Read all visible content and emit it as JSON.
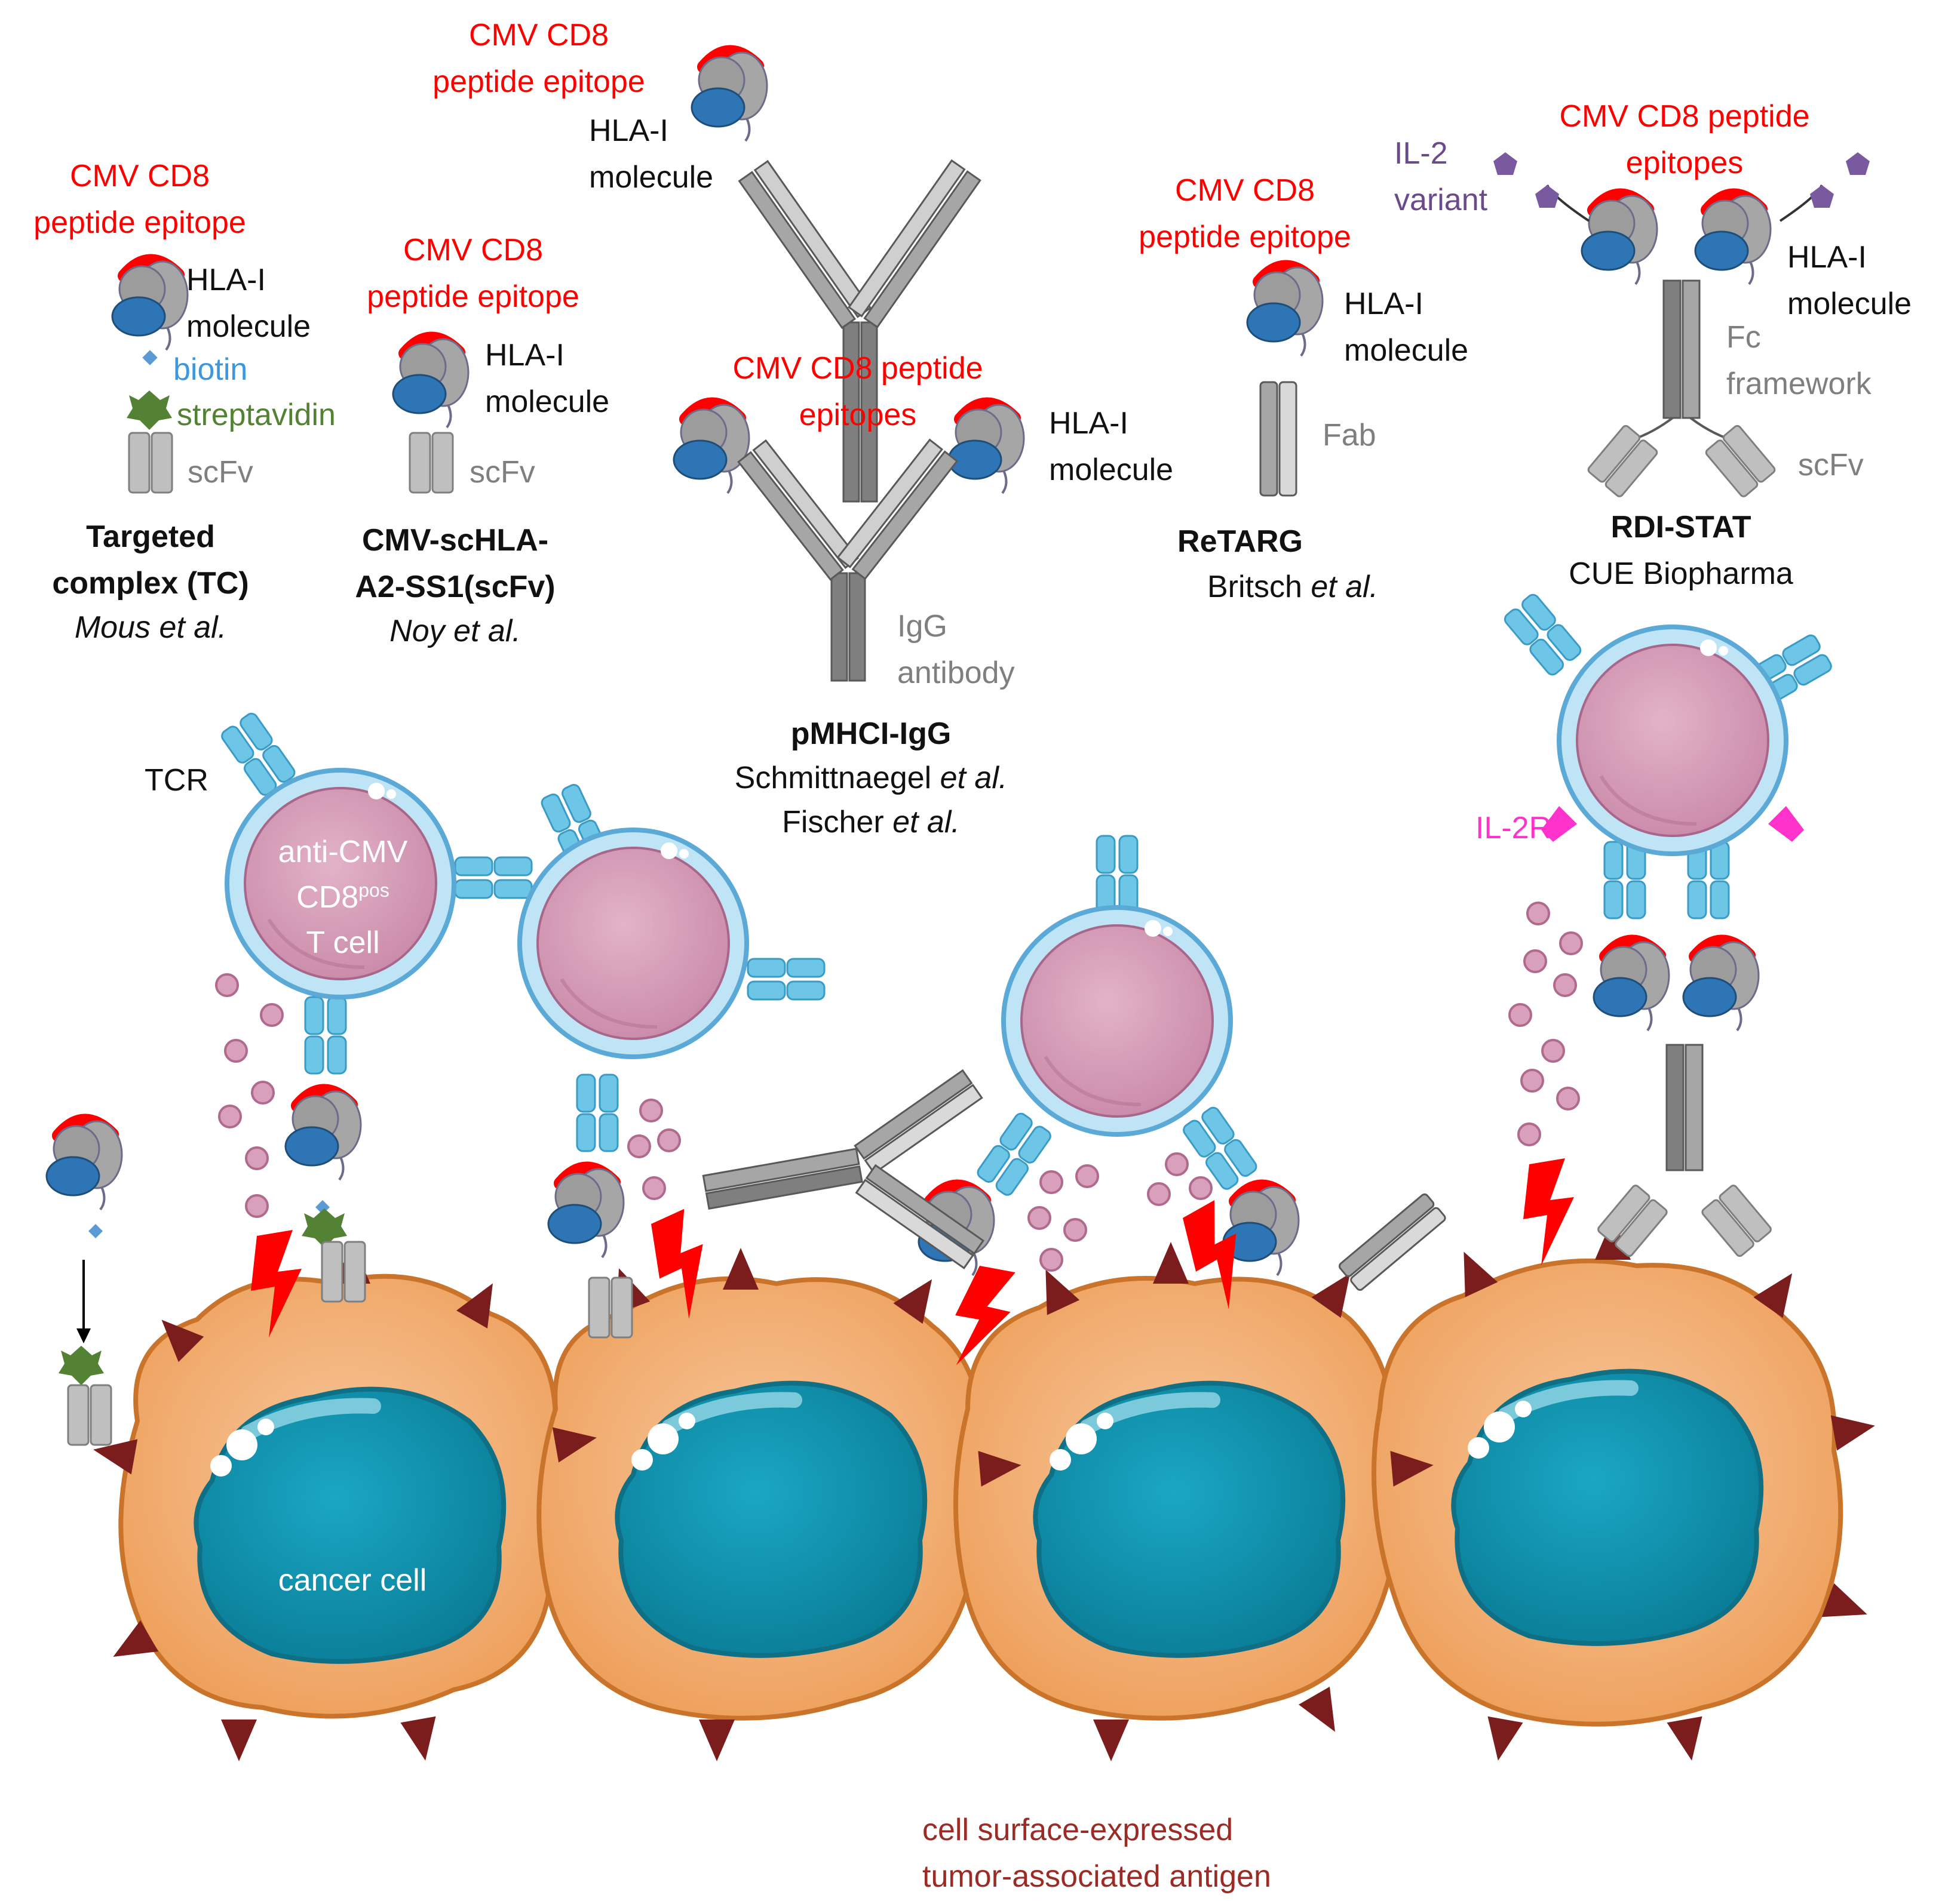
{
  "constructs": {
    "tc": {
      "epitope_l1": "CMV CD8",
      "epitope_l2": "peptide epitope",
      "hla_l1": "HLA-I",
      "hla_l2": "molecule",
      "biotin": "biotin",
      "streptavidin": "streptavidin",
      "scfv": "scFv",
      "name_l1": "Targeted",
      "name_l2": "complex (TC)",
      "ref_author": "Mous ",
      "ref_etal": "et al."
    },
    "cmv_schla": {
      "epitope_l1": "CMV CD8",
      "epitope_l2": "peptide epitope",
      "hla_l1": "HLA-I",
      "hla_l2": "molecule",
      "scfv": "scFv",
      "name_l1": "CMV-scHLA-",
      "name_l2": "A2-SS1(scFv)",
      "ref_author": "Noy ",
      "ref_etal": "et al."
    },
    "pmhci_igg": {
      "top_epitope_l1": "CMV CD8",
      "top_epitope_l2": "peptide epitope",
      "top_hla_l1": "HLA-I",
      "top_hla_l2": "molecule",
      "epitopes_l1": "CMV CD8 peptide",
      "epitopes_l2": "epitopes",
      "hla_l1": "HLA-I",
      "hla_l2": "molecule",
      "igg_l1": "IgG",
      "igg_l2": "antibody",
      "name": "pMHCI-IgG",
      "ref1_author": "Schmittnaegel ",
      "ref1_etal": "et al.",
      "ref2_author": "Fischer ",
      "ref2_etal": "et al."
    },
    "retarg": {
      "epitope_l1": "CMV CD8",
      "epitope_l2": "peptide epitope",
      "hla_l1": "HLA-I",
      "hla_l2": "molecule",
      "fab": "Fab",
      "name": "ReTARG",
      "ref_author": "Britsch ",
      "ref_etal": "et al."
    },
    "rdi_stat": {
      "il2_l1": "IL-2",
      "il2_l2": "variant",
      "epitopes_l1": "CMV CD8 peptide",
      "epitopes_l2": "epitopes",
      "hla_l1": "HLA-I",
      "hla_l2": "molecule",
      "fc_l1": "Fc",
      "fc_l2": "framework",
      "scfv": "scFv",
      "name": "RDI-STAT",
      "company": "CUE Biopharma"
    }
  },
  "cells": {
    "tcr": "TCR",
    "tcell_l1": "anti-CMV",
    "tcell_l2": "CD8",
    "tcell_sup": "pos",
    "tcell_l3": "T cell",
    "il2r": "IL-2R",
    "cancer": "cancer cell",
    "antigen_l1": "cell surface-expressed",
    "antigen_l2": "tumor-associated antigen"
  },
  "colors": {
    "epitope_red": "#ff0000",
    "hla_gray": "#a6a6a6",
    "b2m_blue": "#2e75b6",
    "tcr_blue": "#6ec6e6",
    "tcell_membrane": "#bfe4f6",
    "tcell_nucleus": "#d9a0b9",
    "cancer_orange": "#f4b183",
    "cancer_nucleus": "#1395b0",
    "antigen_brown": "#7b1d1d",
    "granule": "#d8a0bb",
    "il2_purple": "#7a5a9e",
    "il2r_magenta": "#ff33cc",
    "streptavidin_green": "#548235",
    "biotin_blue": "#5b9bd5"
  }
}
